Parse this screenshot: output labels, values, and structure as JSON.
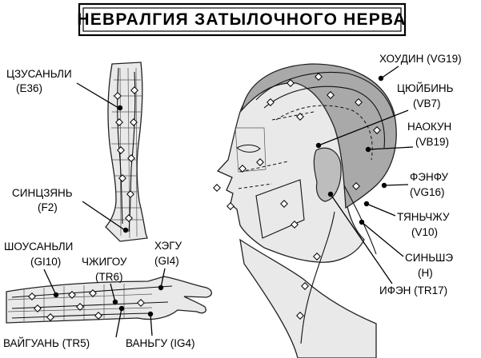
{
  "title": "НЕВРАЛГИЯ ЗАТЫЛОЧНОГО НЕРВА",
  "leg_labels": {
    "e36_name": "ЦЗУСАНЬЛИ",
    "e36_code": "(E36)",
    "f2_name": "СИНЦЗЯНЬ",
    "f2_code": "(F2)"
  },
  "arm_labels": {
    "gi10_name": "ШОУСАНЬЛИ",
    "gi10_code": "(GI10)",
    "tr6_name": "ЧЖИГОУ",
    "tr6_code": "(TR6)",
    "gi4_name": "ХЭГУ",
    "gi4_code": "(GI4)",
    "tr5": "ВАЙГУАНЬ (TR5)",
    "ig4": "ВАНЬГУ (IG4)"
  },
  "head_labels": {
    "vg19_name": "ХОУДИН (VG19)",
    "vb7_name": "ЦЮЙБИНЬ",
    "vb7_code": "(VB7)",
    "vb19_name": "НАОКУН",
    "vb19_code": "(VB19)",
    "vg16_name": "ФЭНФУ",
    "vg16_code": "(VG16)",
    "v10_name": "ТЯНЬЧЖУ",
    "v10_code": "(V10)",
    "h_name": "СИНЬШЭ",
    "h_code": "(H)",
    "tr17": "ИФЭН (TR17)"
  },
  "colors": {
    "ink": "#000000",
    "skin": "#e9e9e9",
    "hair": "#a9a9a9",
    "background": "#ffffff"
  }
}
